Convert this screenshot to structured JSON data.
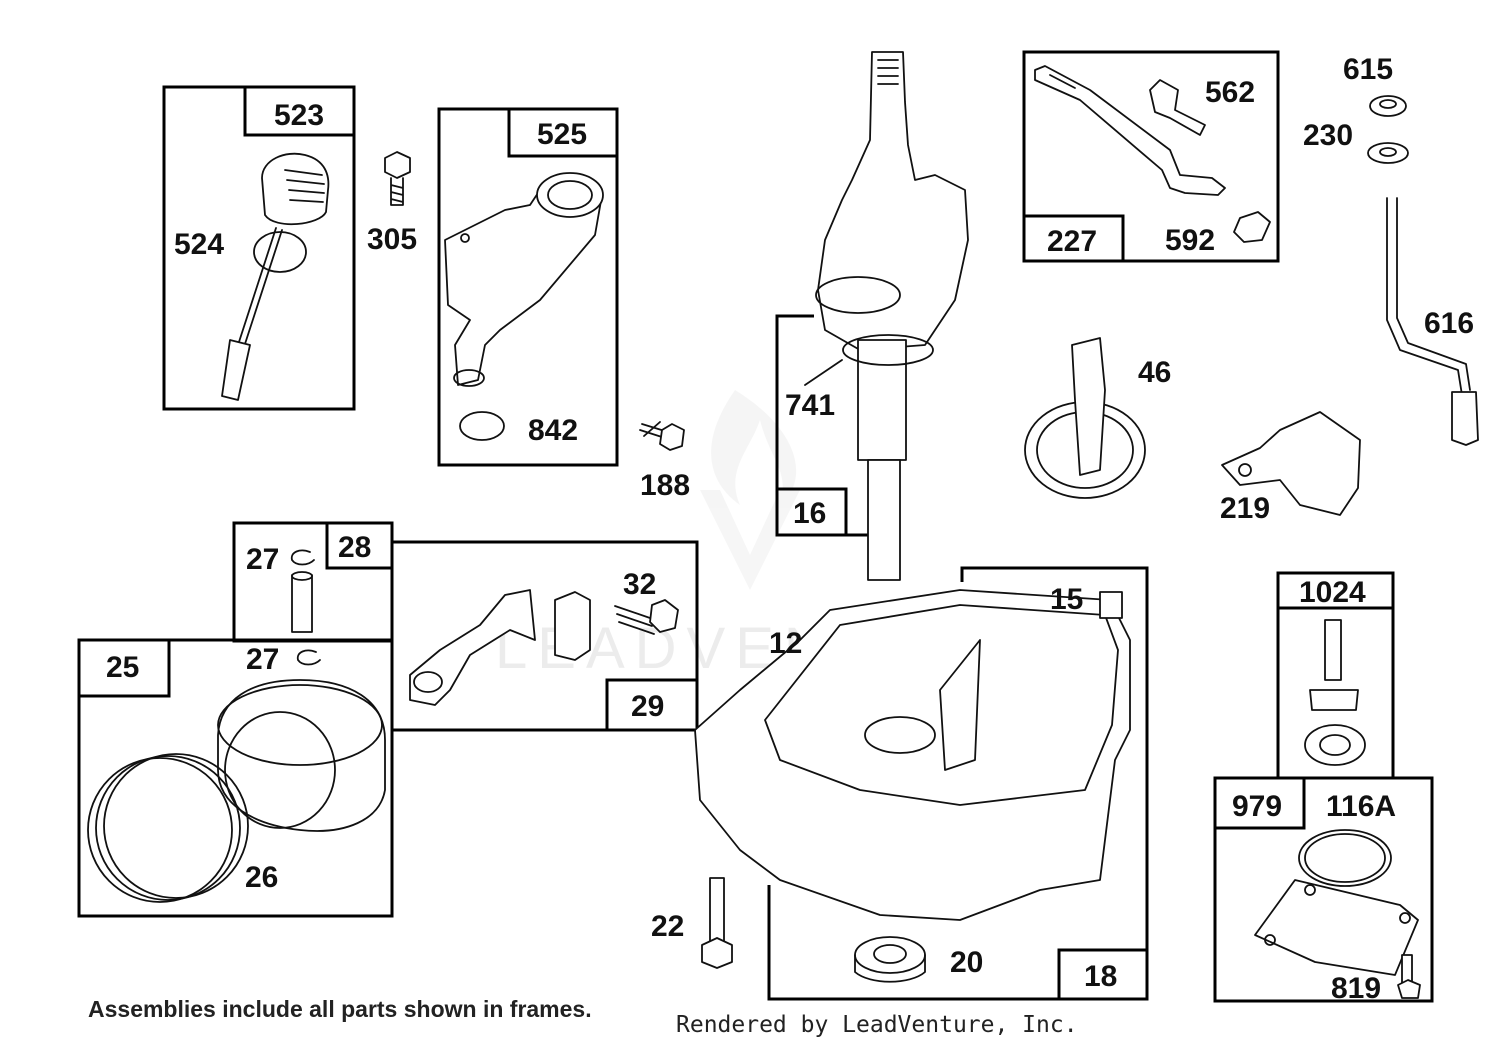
{
  "watermark": "LEADVENTURE",
  "footer": {
    "note": "Assemblies include all parts shown in frames.",
    "credit": "Rendered by LeadVenture, Inc."
  },
  "frames": {
    "f523": "523",
    "f525": "525",
    "f227": "227",
    "f16": "16",
    "f28": "28",
    "f29": "29",
    "f25": "25",
    "f18": "18",
    "f1024": "1024",
    "f979": "979"
  },
  "labels": {
    "p524": "524",
    "p305": "305",
    "p842": "842",
    "p188": "188",
    "p562": "562",
    "p592": "592",
    "p615": "615",
    "p230": "230",
    "p616": "616",
    "p741": "741",
    "p46": "46",
    "p219": "219",
    "p27a": "27",
    "p27b": "27",
    "p32": "32",
    "p12": "12",
    "p15": "15",
    "p26": "26",
    "p22": "22",
    "p20": "20",
    "p116A": "116A",
    "p819": "819"
  }
}
